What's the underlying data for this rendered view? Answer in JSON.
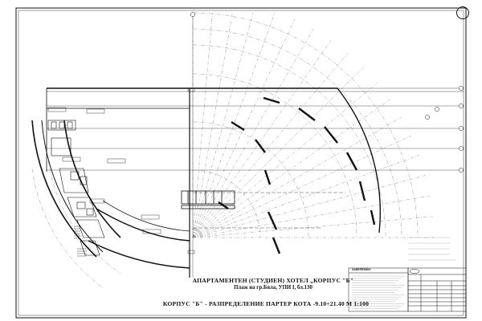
{
  "drawing": {
    "title_main": "АПАРТАМЕНТЕН (СТУДИЕН) ХОТЕЛ „КОРПУС \"Б\"",
    "title_sub": "Плаж на гр.Бяла, УПИ I, бл.130",
    "title_bottom": "КОРПУС \"Б\" - РАЗПРЕДЕЛЕНИЕ ПАРТЕР  КОТА -9.10÷21.40     М 1:100",
    "page_number": "",
    "grid_marks": [
      "",
      "",
      "",
      "",
      "",
      "",
      "",
      ""
    ]
  },
  "notes": {
    "heading": "ЗАБЕЛЕЖКИ:",
    "lines": [
      "",
      "",
      "",
      "",
      "",
      "",
      "",
      "",
      "",
      "",
      "",
      "",
      "",
      "",
      ""
    ]
  },
  "stamp": {
    "lines": [
      "",
      "",
      "",
      "",
      ""
    ]
  },
  "title_block": {
    "heading": "",
    "rows": [
      "",
      "",
      "",
      "",
      "",
      "",
      "",
      "",
      "",
      ""
    ]
  },
  "colors": {
    "ink": "#111111",
    "grid": "#666666",
    "dashed": "#888888",
    "paper": "#ffffff"
  }
}
